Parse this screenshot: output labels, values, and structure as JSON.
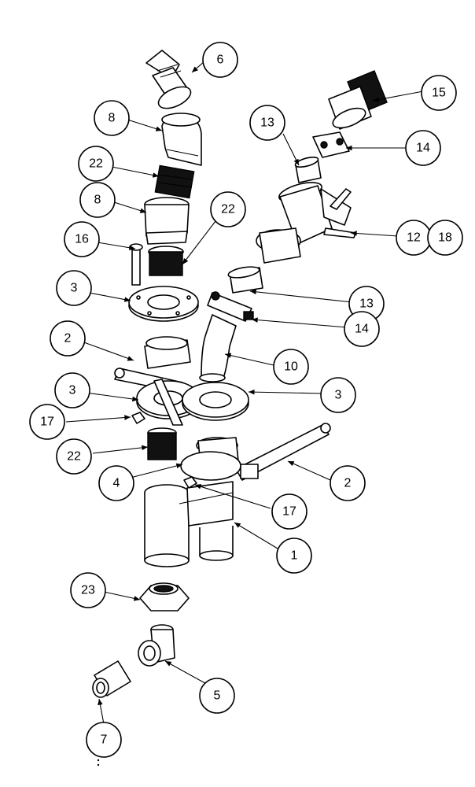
{
  "diagram": {
    "balloons": [
      {
        "id": "b6",
        "label": "6"
      },
      {
        "id": "b15",
        "label": "15"
      },
      {
        "id": "b8a",
        "label": "8"
      },
      {
        "id": "b13a",
        "label": "13"
      },
      {
        "id": "b14a",
        "label": "14"
      },
      {
        "id": "b22a",
        "label": "22"
      },
      {
        "id": "b8b",
        "label": "8"
      },
      {
        "id": "b22b",
        "label": "22"
      },
      {
        "id": "b12",
        "label": "12"
      },
      {
        "id": "b18",
        "label": "18"
      },
      {
        "id": "b16",
        "label": "16"
      },
      {
        "id": "b3a",
        "label": "3"
      },
      {
        "id": "b13b",
        "label": "13"
      },
      {
        "id": "b14b",
        "label": "14"
      },
      {
        "id": "b2a",
        "label": "2"
      },
      {
        "id": "b10",
        "label": "10"
      },
      {
        "id": "b3b",
        "label": "3"
      },
      {
        "id": "b3c",
        "label": "3"
      },
      {
        "id": "b17a",
        "label": "17"
      },
      {
        "id": "b22c",
        "label": "22"
      },
      {
        "id": "b2b",
        "label": "2"
      },
      {
        "id": "b4",
        "label": "4"
      },
      {
        "id": "b17b",
        "label": "17"
      },
      {
        "id": "b1",
        "label": "1"
      },
      {
        "id": "b23",
        "label": "23"
      },
      {
        "id": "b5",
        "label": "5"
      },
      {
        "id": "b7",
        "label": "7"
      }
    ]
  }
}
